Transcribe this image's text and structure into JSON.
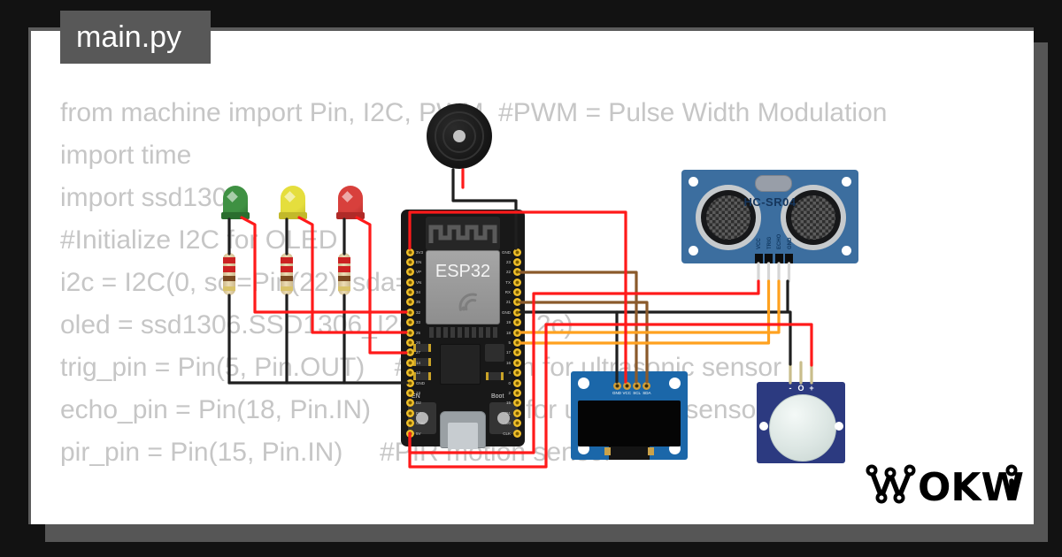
{
  "frame": {
    "background": "#121212",
    "card_bg": "#ffffff",
    "shadow": "#565656",
    "tab_bg": "#585858"
  },
  "editor": {
    "tab_label": "main.py",
    "code_color": "#c6c6c6",
    "code_lines": [
      "from machine import Pin, I2C, PWM  #PWM = Pulse Width Modulation",
      "import time",
      "import ssd1306",
      "",
      "#Initialize I2C for OLED",
      "i2c = I2C(0, scl=Pin(22), sda=Pin(21))",
      "oled = ssd1306.SSD1306_I2C(128, 64, i2c)",
      "",
      "trig_pin = Pin(5, Pin.OUT)    #Trigger pin for ultrasonic sensor",
      "echo_pin = Pin(18, Pin.IN)    #Echo pin for ultrasonic sensor",
      "pir_pin = Pin(15, Pin.IN)     #PIR motion sensor"
    ]
  },
  "components": {
    "buzzer": {
      "name": "piezo-buzzer"
    },
    "leds": [
      {
        "name": "green-led",
        "body": "#3f9143",
        "dark": "#2a6e2e"
      },
      {
        "name": "yellow-led",
        "body": "#e5de3d",
        "dark": "#c2b92a"
      },
      {
        "name": "red-led",
        "body": "#d8403c",
        "dark": "#b02a28"
      }
    ],
    "resistors": {
      "count": 3,
      "band_colors": [
        "#cc2222",
        "#cc2222",
        "#7a4a21",
        "#d9c36a"
      ],
      "bands": [
        "red",
        "red",
        "brown",
        "gold"
      ]
    },
    "esp32": {
      "label": "ESP32",
      "en_label": "EN",
      "boot_label": "Boot",
      "left_pins": [
        "3V3",
        "EN",
        "VP",
        "VN",
        "34",
        "35",
        "32",
        "33",
        "25",
        "26",
        "27",
        "14",
        "12",
        "GND",
        "13",
        "D2",
        "D3",
        "CMD",
        "5V"
      ],
      "right_pins": [
        "GND",
        "23",
        "22",
        "TX",
        "RX",
        "21",
        "GND",
        "19",
        "18",
        "5",
        "17",
        "16",
        "4",
        "0",
        "2",
        "15",
        "D1",
        "D0",
        "CLK"
      ]
    },
    "hcsr04": {
      "label": "HC-SR04",
      "pins": [
        "VCC",
        "TRIG",
        "ECHO",
        "GND"
      ],
      "pcb": "#3c6e9f"
    },
    "oled": {
      "pins": [
        "GND",
        "VCC",
        "SCL",
        "SDA"
      ],
      "pcb": "#1b67a9"
    },
    "pir": {
      "pins": [
        "-",
        "O",
        "+"
      ],
      "pcb": "#2c3a80"
    }
  },
  "wires": {
    "red": "#ff1a1a",
    "black": "#1f1f1f",
    "brown": "#8a5a2b",
    "orange": "#ffa11f",
    "leg_gray": "#d6d6d6",
    "leg_khaki": "#c9bd8b"
  },
  "logo": {
    "text": "WOKWI",
    "middle": "OKW"
  }
}
